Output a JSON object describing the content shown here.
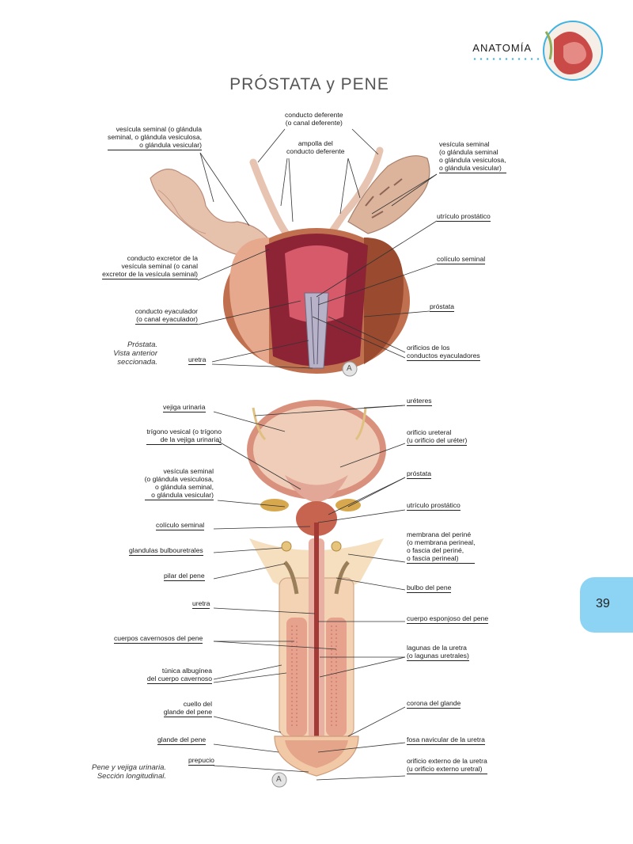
{
  "header": {
    "section": "ANATOMÍA",
    "title": "PRÓSTATA y PENE",
    "page_number": "39"
  },
  "figure_a": {
    "caption": [
      "Próstata.",
      "Vista anterior",
      "seccionada."
    ],
    "badge": "A",
    "labels_left": {
      "vesicula_seminal": [
        "vesícula seminal (o glándula",
        "seminal, o glándula vesiculosa,",
        "o glándula vesicular)"
      ],
      "conducto_excretor": [
        "conducto excretor de la",
        "vesícula seminal (o canal",
        "excretor de la vesícula seminal)"
      ],
      "conducto_eyaculador": [
        "conducto eyaculador",
        "(o canal eyaculador)"
      ],
      "uretra": "uretra"
    },
    "labels_center": {
      "conducto_deferente": [
        "conducto deferente",
        "(o canal deferente)"
      ],
      "ampolla": [
        "ampolla del",
        "conducto deferente"
      ]
    },
    "labels_right": {
      "vesicula_seminal": [
        "vesícula seminal",
        "(o glándula seminal",
        "o glándula vesiculosa,",
        "o glándula vesicular)"
      ],
      "utriculo": "utrículo prostático",
      "coliculo": "colículo seminal",
      "prostata": "próstata",
      "orificios": [
        "orificios de los",
        "conductos eyaculadores"
      ]
    }
  },
  "figure_b": {
    "caption": [
      "Pene y vejiga urinaria.",
      "Sección longitudinal."
    ],
    "badge": "A",
    "labels_left": {
      "vejiga": "vejiga urinaria",
      "trigono": [
        "trígono vesical (o trígono",
        "de la vejiga urinaria)"
      ],
      "vesicula": [
        "vesícula seminal",
        "(o glándula vesiculosa,",
        "o glándula seminal,",
        "o glándula vesicular)"
      ],
      "coliculo": "colículo seminal",
      "glandulas": "glandulas bulbouretrales",
      "pilar": "pilar del pene",
      "uretra": "uretra",
      "cuerpos": "cuerpos cavernosos del pene",
      "tunica": [
        "túnica albugínea",
        "del cuerpo cavernoso"
      ],
      "cuello": [
        "cuello del",
        "glande del pene"
      ],
      "glande": "glande del pene",
      "prepucio": "prepucio"
    },
    "labels_right": {
      "ureteres": "uréteres",
      "orificio_ureteral": [
        "orificio ureteral",
        "(u orificio del uréter)"
      ],
      "prostata": "próstata",
      "utriculo": "utrículo prostático",
      "membrana": [
        "membrana del periné",
        "(o membrana perineal,",
        "o fascia del periné,",
        "o fascia perineal)"
      ],
      "bulbo": "bulbo del pene",
      "cuerpo_esponjoso": "cuerpo esponjoso del pene",
      "lagunas": [
        "lagunas de la uretra",
        "(o lagunas uretrales)"
      ],
      "corona": "corona del glande",
      "fosa": "fosa navicular de la uretra",
      "orificio_externo": [
        "orificio externo de la uretra",
        "(u orificio externo uretral)"
      ]
    }
  },
  "colors": {
    "accent_blue": "#3fb3e2",
    "tab_blue": "#8dd3f3",
    "tissue_pink": "#e9b9a8",
    "muscle_red": "#a83a2a",
    "skin_peach": "#f3d3b4"
  }
}
